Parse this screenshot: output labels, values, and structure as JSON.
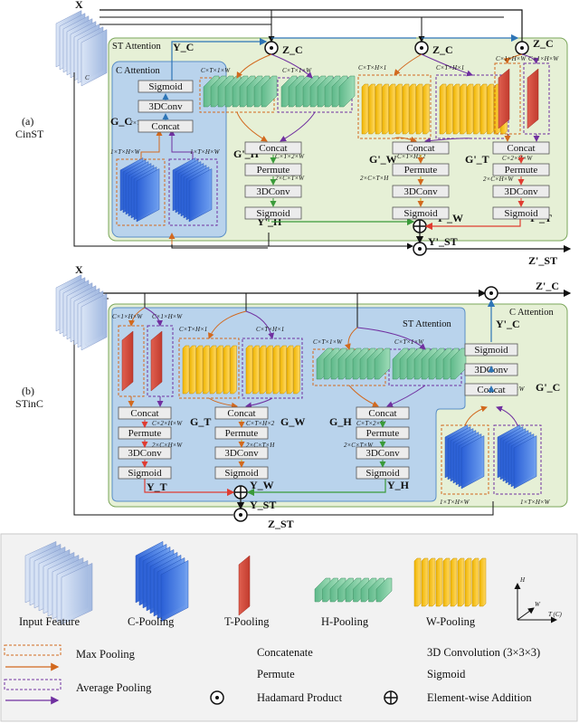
{
  "input_x": "X",
  "c_dim": "C",
  "panel_a": {
    "side_label_1": "(a)",
    "side_label_2": "CinST",
    "st_attention": "ST Attention",
    "c_attention": "C Attention",
    "y_c": "Y_C",
    "z_c": "Z_C",
    "g_c": "G_C",
    "g_h": "G'_H",
    "g_w": "G'_W",
    "g_t": "G'_T",
    "y_h": "Y'_H",
    "y_w": "Y'_W",
    "y_t": "Y'_T",
    "y_st": "Y'_ST",
    "z_st": "Z'_ST",
    "c_boxes": [
      "Sigmoid",
      "3DConv",
      "Concat"
    ],
    "h_boxes": [
      "Concat",
      "Permute",
      "3DConv",
      "Sigmoid"
    ],
    "w_boxes": [
      "Concat",
      "Permute",
      "3DConv",
      "Sigmoid"
    ],
    "t_boxes": [
      "Concat",
      "Permute",
      "3DConv",
      "Sigmoid"
    ],
    "dims": {
      "c1": "1×T×H×W",
      "c2": "2×T×H×W",
      "h1": "C×T×1×W",
      "h2": "C×T×2×W",
      "h3": "2×C×T×W",
      "w1": "C×T×H×1",
      "w2": "C×T×H×2",
      "w3": "2×C×T×H",
      "t1": "C×1×H×W",
      "t2": "C×2×H×W",
      "t3": "2×C×H×W"
    }
  },
  "panel_b": {
    "side_label_1": "(b)",
    "side_label_2": "STinC",
    "st_attention": "ST Attention",
    "c_attention": "C Attention",
    "g_t": "G_T",
    "g_w": "G_W",
    "g_h": "G_H",
    "y_t": "Y_T",
    "y_w": "Y_W",
    "y_h": "Y_H",
    "y_st": "Y_ST",
    "z_st": "Z_ST",
    "g_c": "G'_C",
    "y_c": "Y'_C",
    "z_c": "Z'_C",
    "t_boxes": [
      "Concat",
      "Permute",
      "3DConv",
      "Sigmoid"
    ],
    "w_boxes": [
      "Concat",
      "Permute",
      "3DConv",
      "Sigmoid"
    ],
    "h_boxes": [
      "Concat",
      "Permute",
      "3DConv",
      "Sigmoid"
    ],
    "c_boxes": [
      "Sigmoid",
      "3DConv",
      "Concat"
    ],
    "dims": {
      "t1": "C×1×H×W",
      "t2": "C×2×H×W",
      "t3": "2×C×H×W",
      "w1": "C×T×H×1",
      "w2": "C×T×H×2",
      "w3": "2×C×T×H",
      "h1": "C×T×1×W",
      "h2": "C×T×2×W",
      "h3": "2×C×T×W",
      "c1": "1×T×H×W",
      "c2": "2×T×H×W"
    }
  },
  "legend": {
    "input_feature": "Input Feature",
    "c_pooling": "C-Pooling",
    "t_pooling": "T-Pooling",
    "h_pooling": "H-Pooling",
    "w_pooling": "W-Pooling",
    "max_pooling": "Max Pooling",
    "average_pooling": "Average Pooling",
    "concat_box": "Concat",
    "concat_desc": "Concatenate",
    "permute_box": "Permute",
    "permute_desc": "Permute",
    "conv_box": "3DConv",
    "conv_desc": "3D Convolution (3×3×3)",
    "sigmoid_box": "Sigmoid",
    "sigmoid_desc": "Sigmoid",
    "hadamard": "Hadamard Product",
    "addition": "Element-wise Addition",
    "axis_h": "H",
    "axis_w": "W",
    "axis_t": "T (C)"
  },
  "colors": {
    "green_bg": "#e6f0d6",
    "blue_bg": "#b9d3ec",
    "legend_bg": "#f2f2f2",
    "max_pool": "#d2691e",
    "avg_pool": "#7030a0",
    "arrow_blue": "#2e75b6",
    "arrow_red": "#e03c31",
    "arrow_green": "#3a9a3a"
  }
}
